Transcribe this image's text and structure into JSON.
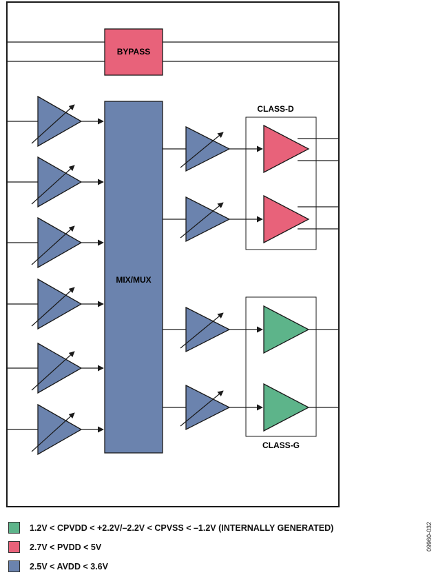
{
  "blocks": {
    "bypass": "BYPASS",
    "mixmux": "MIX/MUX",
    "class_d": "CLASS-D",
    "class_g": "CLASS-G"
  },
  "colors": {
    "bypass": "#e8627a",
    "mix": "#6b83ae",
    "blue_amp": "#6b83ae",
    "class_d_amp": "#e8627a",
    "class_g_amp": "#5db48a",
    "stroke": "#1a1a1a"
  },
  "legend": [
    {
      "color": "#5db48a",
      "text": "1.2V < CPVDD < +2.2V/–2.2V < CPVSS < –1.2V (INTERNALLY GENERATED)"
    },
    {
      "color": "#e8627a",
      "text": "2.7V < PVDD < 5V"
    },
    {
      "color": "#6b83ae",
      "text": "2.5V < AVDD < 3.6V"
    }
  ],
  "figure_id": "09960-032"
}
